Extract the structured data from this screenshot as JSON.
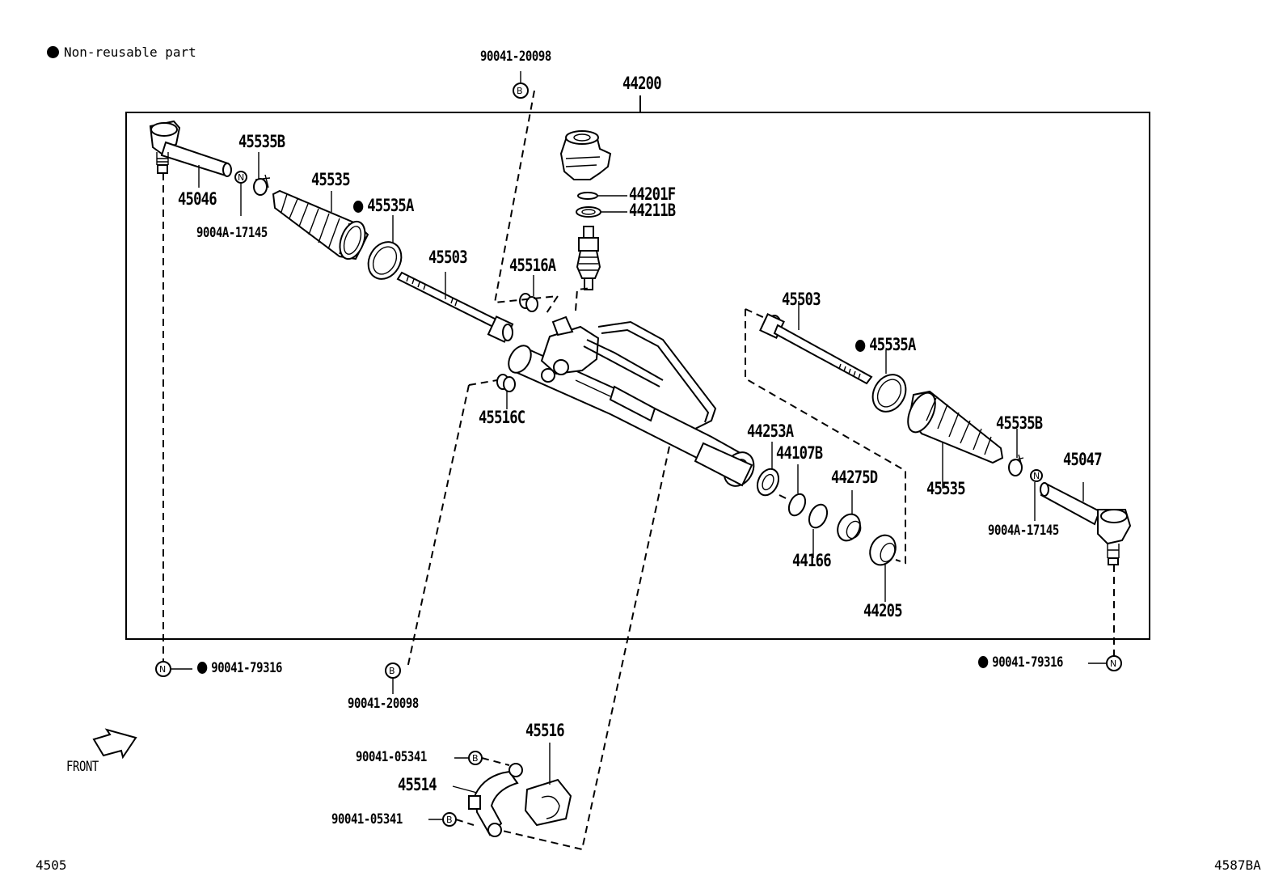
{
  "legend": {
    "symbol": "filled-circle",
    "text": "Non-reusable part"
  },
  "assembly": "44200",
  "labels": {
    "p90041_20098_top": "90041-20098",
    "p45535B_l": "45535B",
    "p45535_l": "45535",
    "p45535A_l": "45535A",
    "p45046": "45046",
    "p9004A_17145_l": "9004A-17145",
    "p45503_l": "45503",
    "p45516A": "45516A",
    "p44201F": "44201F",
    "p44211B": "44211B",
    "p45516C": "45516C",
    "p45503_r": "45503",
    "p45535A_r": "45535A",
    "p45535B_r": "45535B",
    "p45047": "45047",
    "p45535_r": "45535",
    "p9004A_17145_r": "9004A-17145",
    "p44253A": "44253A",
    "p44107B": "44107B",
    "p44275D": "44275D",
    "p44166": "44166",
    "p44205": "44205",
    "p90041_79316_l": "90041-79316",
    "p90041_79316_r": "90041-79316",
    "p90041_20098_bot": "90041-20098",
    "p45516": "45516",
    "p45514": "45514",
    "p90041_05341_a": "90041-05341",
    "p90041_05341_b": "90041-05341"
  },
  "callout_letters": {
    "B": "B",
    "N": "N"
  },
  "front_label": "FRONT",
  "footer": {
    "left": "4505",
    "right": "4587BA"
  }
}
